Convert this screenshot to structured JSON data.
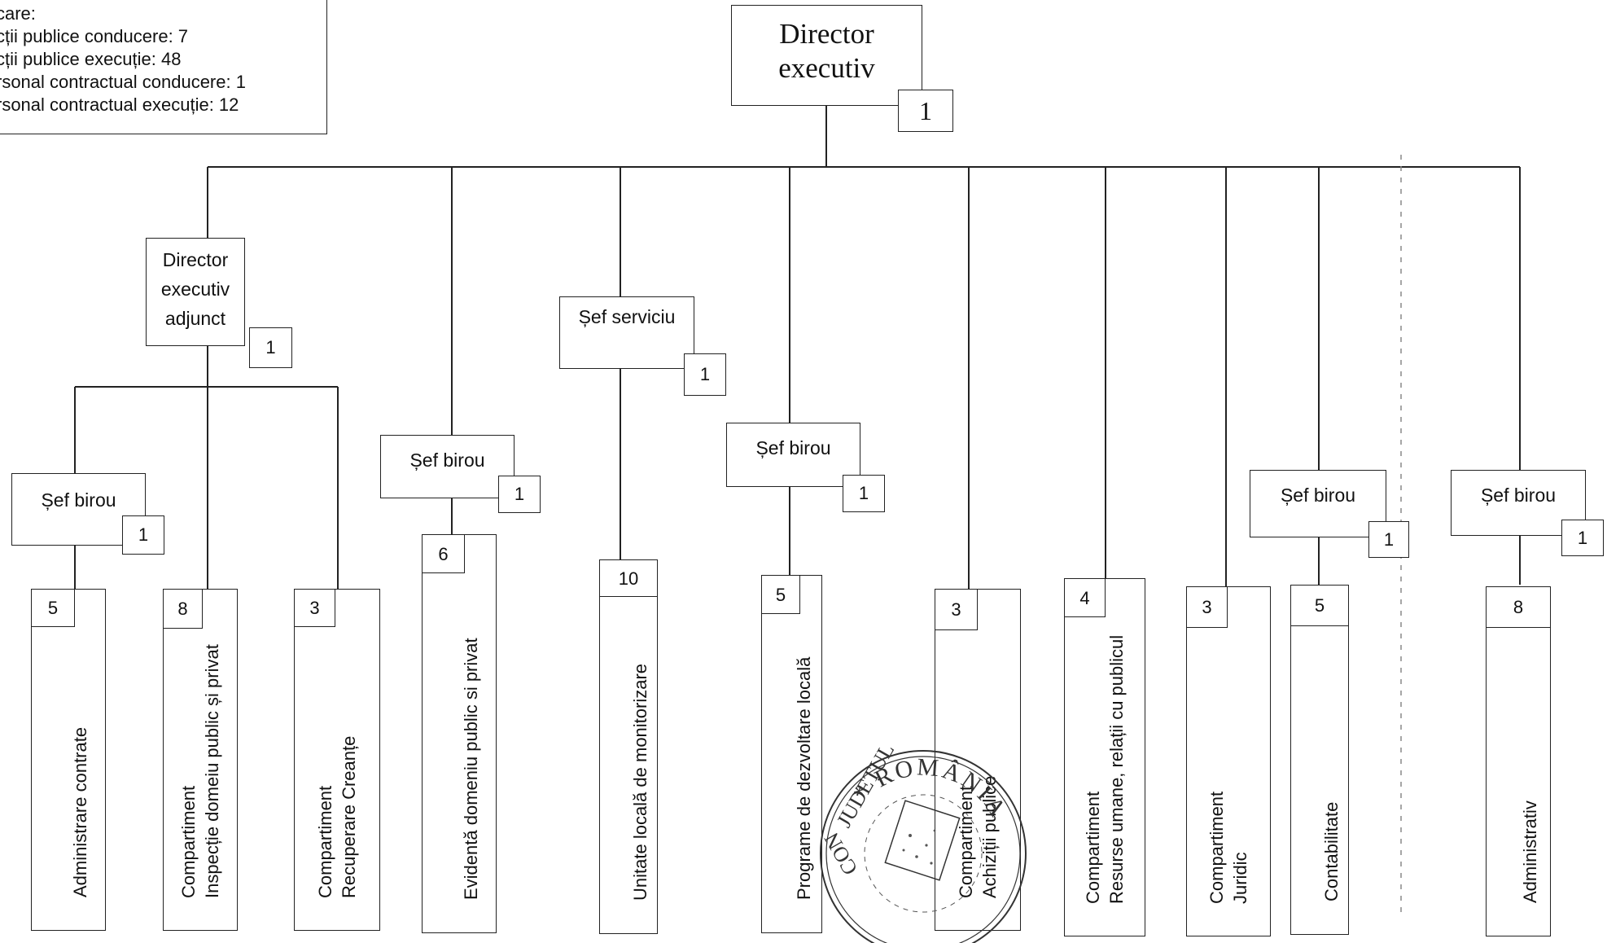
{
  "legend": {
    "lines": [
      "care:",
      "cții publice conducere: 7",
      "cții publice execuție: 48",
      "rsonal contractual conducere: 1",
      "rsonal contractual execuție: 12"
    ]
  },
  "executive": {
    "title": "Director executiv",
    "count": "1"
  },
  "deputy": {
    "title": "Director executiv adjunct",
    "count": "1"
  },
  "head_service": {
    "title": "Șef serviciu",
    "count": "1"
  },
  "office_heads": [
    {
      "title": "Șef birou",
      "count": "1"
    },
    {
      "title": "Șef birou",
      "count": "1"
    },
    {
      "title": "Șef birou",
      "count": "1"
    },
    {
      "title": "Șef birou",
      "count": "1"
    },
    {
      "title": "Șef birou",
      "count": "1"
    }
  ],
  "departments": [
    {
      "count": "5",
      "label1": "Administrare  contrate",
      "label2": ""
    },
    {
      "count": "8",
      "label1": "Compartiment",
      "label2": "Inspecție domeiu public și privat"
    },
    {
      "count": "3",
      "label1": "Compartiment",
      "label2": "Recuperare Creanțe"
    },
    {
      "count": "6",
      "label1": "Evidentă domeniu public si privat",
      "label2": ""
    },
    {
      "count": "10",
      "label1": "Unitate locală de monitorizare",
      "label2": ""
    },
    {
      "count": "5",
      "label1": "Programe de dezvoltare locală",
      "label2": ""
    },
    {
      "count": "3",
      "label1": "Compartiment",
      "label2": "Achiziții publice"
    },
    {
      "count": "4",
      "label1": "Compartiment",
      "label2": "Resurse umane, relații cu publicul"
    },
    {
      "count": "3",
      "label1": "Compartiment",
      "label2": "Juridic"
    },
    {
      "count": "5",
      "label1": "Contabilitate",
      "label2": ""
    },
    {
      "count": "8",
      "label1": "Administrativ",
      "label2": ""
    }
  ],
  "stamp": {
    "text_top": "* ROMÂNIA",
    "text_left": "JUDEȚUL",
    "text_bottom": "CON"
  },
  "colors": {
    "line": "#222222",
    "background": "#ffffff"
  }
}
